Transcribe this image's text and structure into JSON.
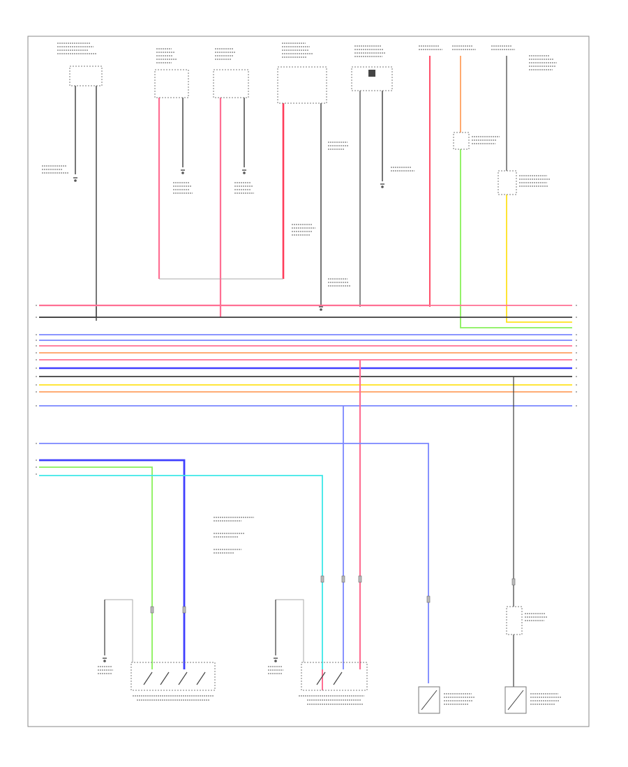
{
  "diagram": {
    "type": "automotive wiring schematic",
    "text_legible": false,
    "wire_colors": {
      "pink": "#ff6f93",
      "red": "#ff3c5a",
      "black": "#3c3c3c",
      "blue": "#4040ff",
      "light_blue": "#7a86ff",
      "orange": "#ffa060",
      "yellow": "#ffe21e",
      "green": "#2ee83c",
      "light_green": "#88f05a",
      "cyan": "#3ce8e8",
      "gray": "#9a9a9a",
      "frame": "#888888"
    },
    "bus_wires": [
      "pink",
      "black",
      "light_blue",
      "light_blue",
      "pink",
      "orange",
      "pink",
      "blue",
      "black",
      "yellow",
      "orange",
      "light_blue"
    ],
    "lower_bus_wires": [
      "light_blue",
      "blue",
      "light_green",
      "cyan"
    ]
  }
}
